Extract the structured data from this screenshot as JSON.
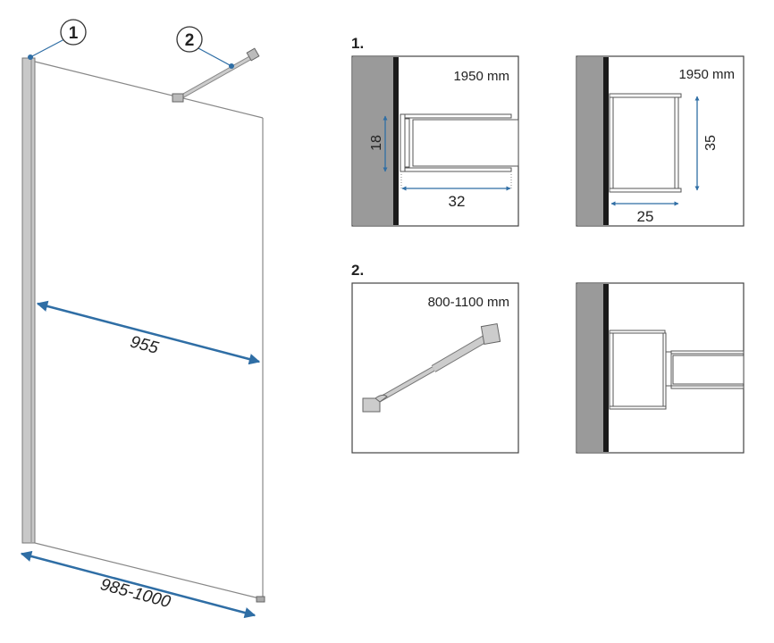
{
  "colors": {
    "accent": "#2f6ea5",
    "wall": "#9a9a9a",
    "profile": "#c8c8c8",
    "dark": "#1a1a1a",
    "line": "#555555"
  },
  "main_view": {
    "callouts": [
      "1",
      "2"
    ],
    "dim_glass": "955",
    "dim_width": "985-1000"
  },
  "section1": {
    "heading": "1.",
    "left_detail": {
      "length": "1950 mm",
      "dim_height": "18",
      "dim_depth": "32"
    },
    "right_detail": {
      "length": "1950 mm",
      "dim_height": "35",
      "dim_depth": "25"
    }
  },
  "section2": {
    "heading": "2.",
    "left_detail": {
      "length": "800-1100 mm"
    }
  }
}
